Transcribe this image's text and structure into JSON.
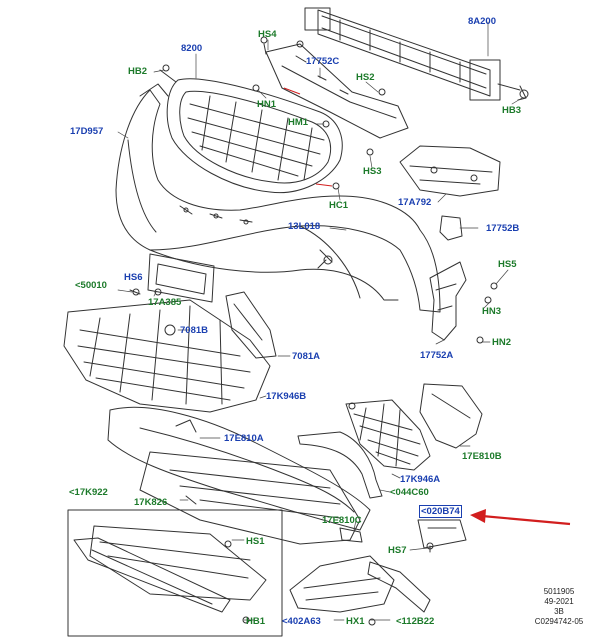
{
  "labels": {
    "p8A200": "8A200",
    "p8200": "8200",
    "hs4": "HS4",
    "p17752C": "17752C",
    "hs2": "HS2",
    "hb2": "HB2",
    "hn1": "HN1",
    "hm1": "HM1",
    "hb3": "HB3",
    "p17D957": "17D957",
    "hs3": "HS3",
    "hc1": "HC1",
    "p17A792": "17A792",
    "p13L018": "13L018",
    "p17752B": "17752B",
    "hs5": "HS5",
    "hs6": "HS6",
    "p50010": "<50010",
    "p17A385": "17A385",
    "hn3": "HN3",
    "p7081B": "7081B",
    "p17752A": "17752A",
    "hn2": "HN2",
    "p7081A": "7081A",
    "p17K946B": "17K946B",
    "p17E810A": "17E810A",
    "p17E810B": "17E810B",
    "p17K946A": "17K946A",
    "p44C60": "<044C60",
    "p17K922": "<17K922",
    "p17K826": "17K826",
    "p20B74": "<020B74",
    "p17E810C": "17E810C",
    "hs1": "HS1",
    "hs7": "HS7",
    "hb1": "HB1",
    "p402A63": "<402A63",
    "hx1": "HX1",
    "p112B22": "<112B22"
  },
  "code": {
    "line1": "5011905",
    "line2": "49-2021",
    "line3": "3B",
    "line4": "C0294742-05"
  },
  "colors": {
    "label_blue": "#1a3fb0",
    "label_green": "#1c7a2a",
    "callout_arrow": "#d21e1e",
    "line_art": "#333333"
  }
}
